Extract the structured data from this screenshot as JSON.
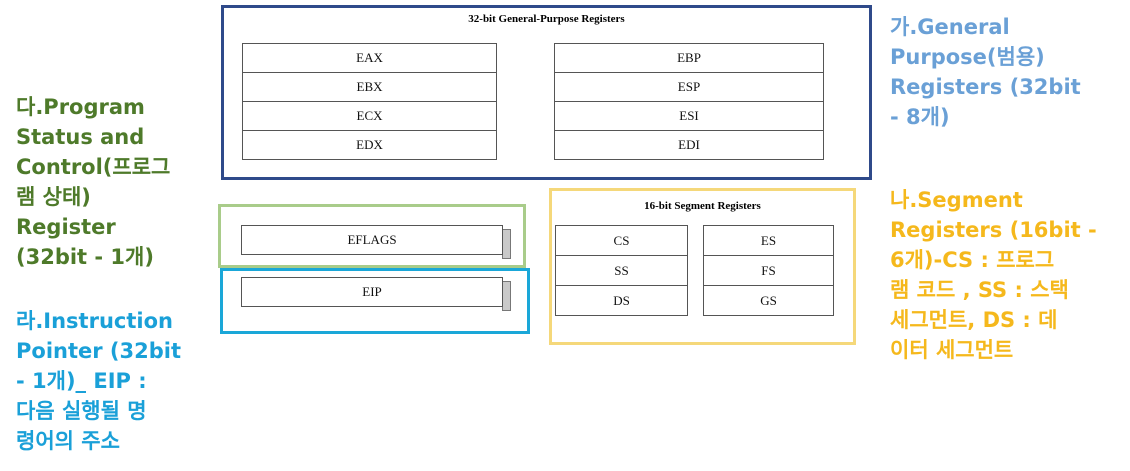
{
  "gp_registers": {
    "title": "32-bit General-Purpose Registers",
    "left": [
      "EAX",
      "EBX",
      "ECX",
      "EDX"
    ],
    "right": [
      "EBP",
      "ESP",
      "ESI",
      "EDI"
    ],
    "frame_color": "#2f4a8a"
  },
  "segment_registers": {
    "title": "16-bit Segment Registers",
    "left": [
      "CS",
      "SS",
      "DS"
    ],
    "right": [
      "ES",
      "FS",
      "GS"
    ],
    "frame_color": "#f5d87a"
  },
  "eflags": {
    "label": "EFLAGS",
    "frame_color": "#a9cc8a"
  },
  "eip": {
    "label": "EIP",
    "frame_color": "#1aa7d8"
  },
  "captions": {
    "general": {
      "text": "가.General\nPurpose(범용)\nRegisters (32bit\n- 8개)",
      "color": "#6aa0d6"
    },
    "segment": {
      "text": "나.Segment\nRegisters (16bit -\n6개)-CS : 프로그\n램 코드 , SS : 스택\n세그먼트, DS : 데\n이터 세그먼트",
      "color": "#f5b81c"
    },
    "status": {
      "text": "다.Program\nStatus and\nControl(프로그\n램 상태)\nRegister\n(32bit - 1개)",
      "color": "#4e7a2a"
    },
    "pointer": {
      "text": "라.Instruction\nPointer (32bit\n- 1개)_ EIP :\n다음 실행될 명\n령어의 주소",
      "color": "#1aa0d8"
    }
  }
}
